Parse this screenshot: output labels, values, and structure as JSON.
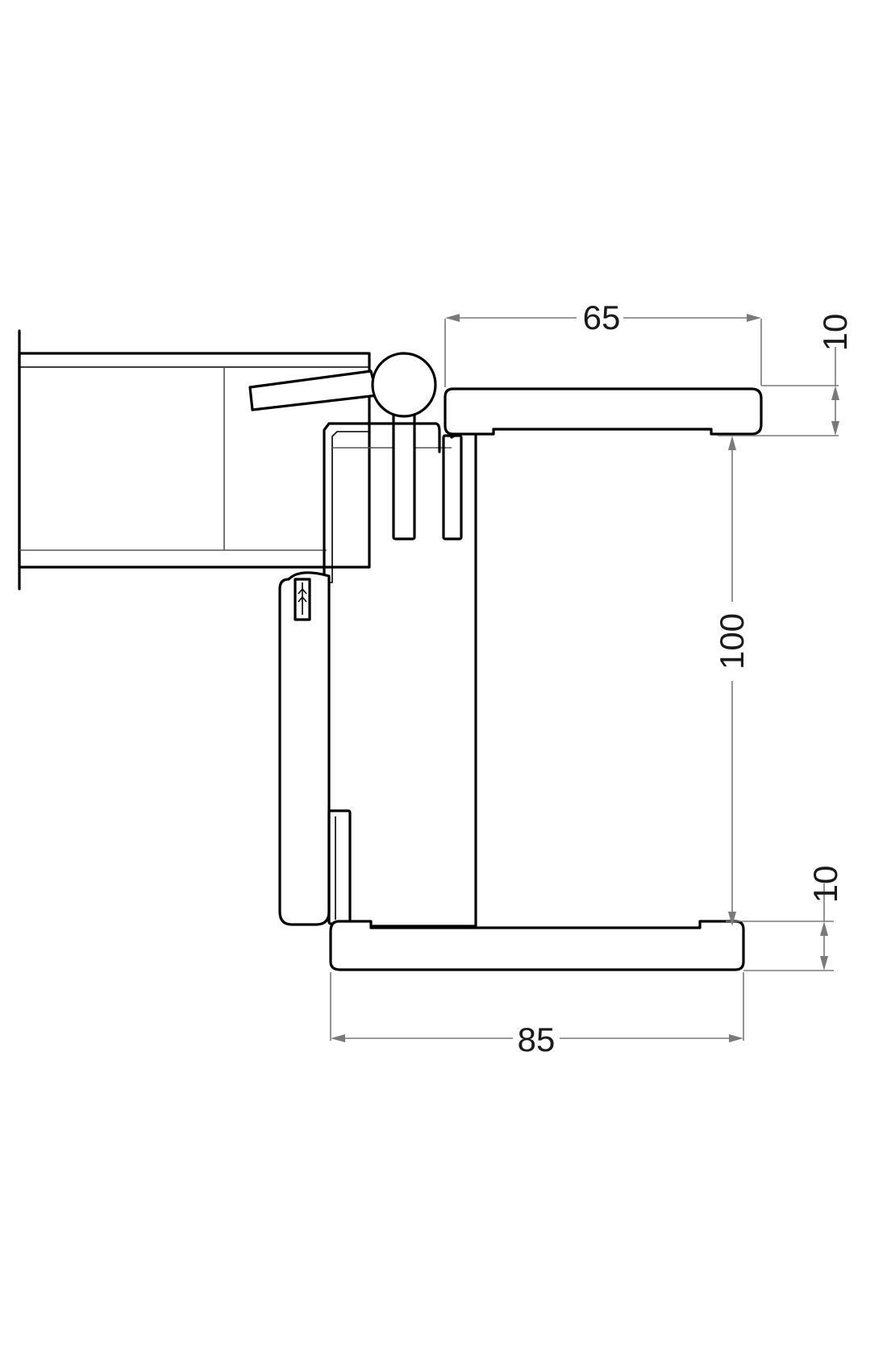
{
  "dimensions": {
    "top_width": "65",
    "top_thickness": "10",
    "inner_height": "100",
    "bottom_thickness": "10",
    "bottom_width": "85"
  },
  "colors": {
    "line": "#000000",
    "dimension_line": "#7a7a7a",
    "background": "#ffffff"
  }
}
